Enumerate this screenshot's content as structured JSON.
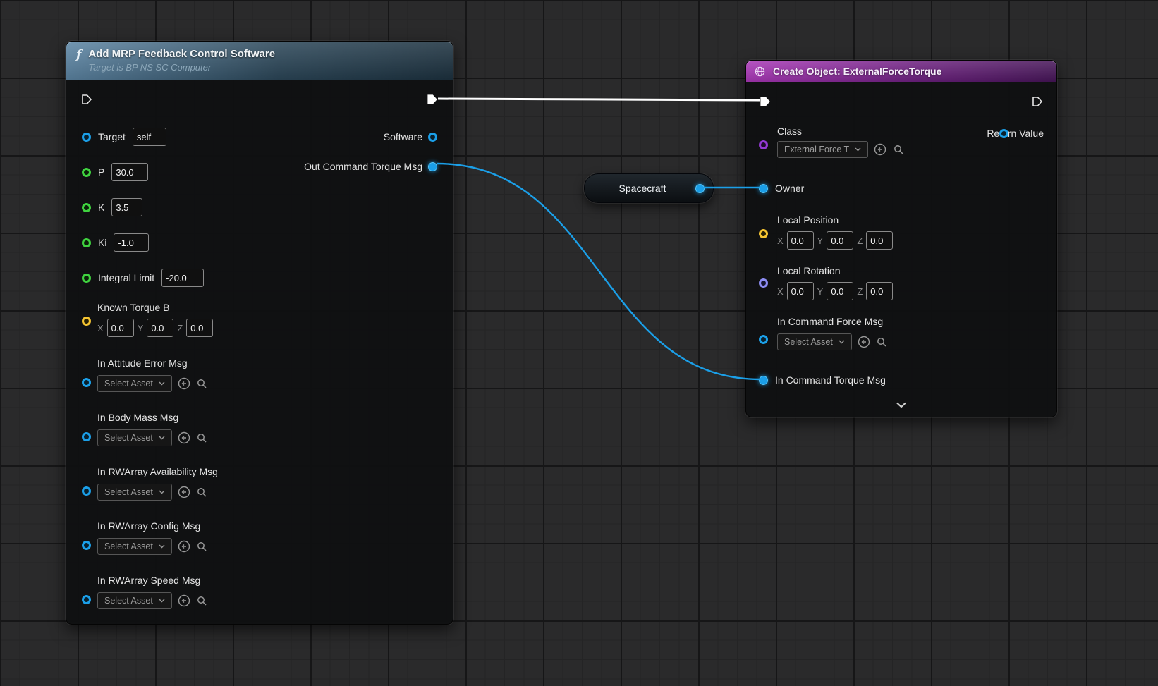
{
  "graph": {
    "axis": {
      "x": "X",
      "y": "Y",
      "z": "Z"
    },
    "colors": {
      "exec_wire": "#ffffff",
      "data_wire": "#1b9fe8",
      "pin_object": "#1b9fe8",
      "pin_float": "#3fd23f",
      "pin_vector": "#f5c431",
      "pin_rotator": "#8d8df2",
      "pin_class": "#9339d4",
      "function_header": "#5e87a6",
      "create_header": "#a032b4"
    },
    "feedback_node": {
      "icon": "f",
      "title": "Add MRP Feedback Control Software",
      "subtitle": "Target is BP NS SC Computer",
      "pins": {
        "target": {
          "label": "Target",
          "value": "self"
        },
        "p": {
          "label": "P",
          "value": "30.0"
        },
        "k": {
          "label": "K",
          "value": "3.5"
        },
        "ki": {
          "label": "Ki",
          "value": "-1.0"
        },
        "integral_limit": {
          "label": "Integral Limit",
          "value": "-20.0"
        },
        "known_torque_b": {
          "label": "Known Torque B",
          "x": "0.0",
          "y": "0.0",
          "z": "0.0"
        },
        "in_attitude_error_msg": {
          "label": "In Attitude Error Msg",
          "value": "Select Asset"
        },
        "in_body_mass_msg": {
          "label": "In Body Mass Msg",
          "value": "Select Asset"
        },
        "in_rwarray_availability_msg": {
          "label": "In RWArray Availability Msg",
          "value": "Select Asset"
        },
        "in_rwarray_config_msg": {
          "label": "In RWArray Config Msg",
          "value": "Select Asset"
        },
        "in_rwarray_speed_msg": {
          "label": "In RWArray Speed Msg",
          "value": "Select Asset"
        },
        "software": {
          "label": "Software"
        },
        "out_command_torque_msg": {
          "label": "Out Command Torque Msg"
        }
      }
    },
    "create_node": {
      "title": "Create Object: ExternalForceTorque",
      "pins": {
        "class": {
          "label": "Class",
          "value": "External Force T"
        },
        "return_value": {
          "label": "Return Value"
        },
        "owner": {
          "label": "Owner"
        },
        "local_position": {
          "label": "Local Position",
          "x": "0.0",
          "y": "0.0",
          "z": "0.0"
        },
        "local_rotation": {
          "label": "Local Rotation",
          "x": "0.0",
          "y": "0.0",
          "z": "0.0"
        },
        "in_command_force_msg": {
          "label": "In Command Force Msg",
          "value": "Select Asset"
        },
        "in_command_torque_msg": {
          "label": "In Command Torque Msg"
        }
      }
    },
    "spacecraft_node": {
      "label": "Spacecraft"
    }
  }
}
